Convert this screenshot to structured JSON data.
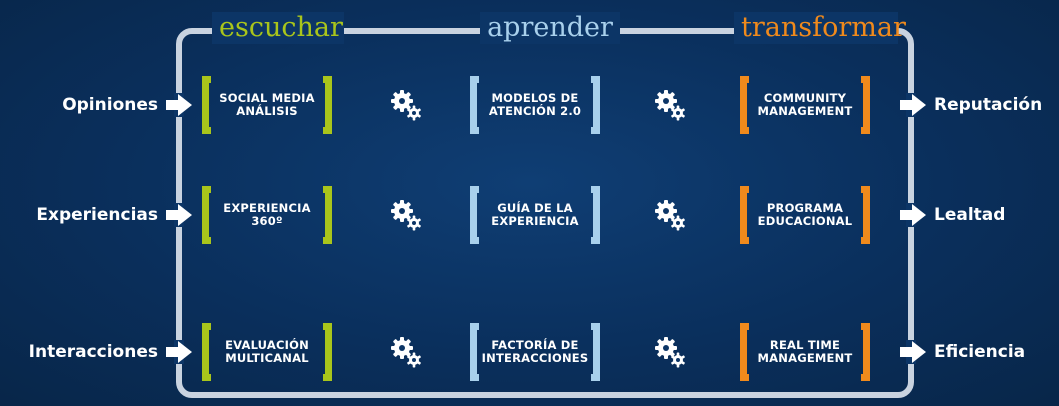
{
  "headers": {
    "escuchar": "escuchar",
    "aprender": "aprender",
    "transformar": "transformar"
  },
  "colors": {
    "escuchar": "#a9c51b",
    "aprender": "#a8d0ec",
    "transformar": "#f08a1c",
    "frame": "#c9d3e0"
  },
  "rows": [
    {
      "input": "Opiniones",
      "output": "Reputación",
      "boxes": [
        "SOCIAL MEDIA\nANÁLISIS",
        "MODELOS DE\nATENCIÓN 2.0",
        "COMMUNITY\nMANAGEMENT"
      ]
    },
    {
      "input": "Experiencias",
      "output": "Lealtad",
      "boxes": [
        "EXPERIENCIA\n360º",
        "GUÍA DE LA\nEXPERIENCIA",
        "PROGRAMA\nEDUCACIONAL"
      ]
    },
    {
      "input": "Interacciones",
      "output": "Eficiencia",
      "boxes": [
        "EVALUACIÓN\nMULTICANAL",
        "FACTORÍA DE\nINTERACCIONES",
        "REAL TIME\nMANAGEMENT"
      ]
    }
  ],
  "icons": {
    "arrow": "right-arrow-icon",
    "gear": "gears-icon"
  }
}
